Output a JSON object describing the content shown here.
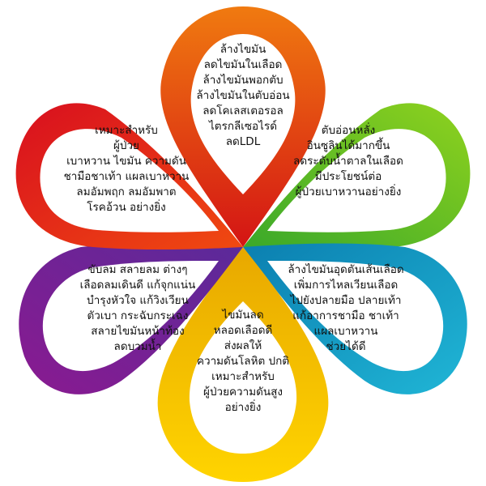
{
  "petals": [
    {
      "id": "top",
      "color": "#e8501a",
      "lines": [
        "ล้างไขมัน",
        "ลดไขมันในเลือด",
        "ล้างไขมันพอกตับ",
        "ล้างไขมันในตับอ่อน",
        "ลดโคเลสเตอรอล",
        "ไตรกลีเซอไรด์",
        "ลดLDL"
      ]
    },
    {
      "id": "upper-right",
      "color": "#6cc11c",
      "lines": [
        "ตับอ่อนหลั่ง",
        "อินซูลินได้มากขึ้น",
        "ลดระดับน้ำตาลในเลือด",
        "มีประโยชน์ต่อ",
        "ผู้ป่วยเบาหวานอย่างยิ่ง"
      ]
    },
    {
      "id": "lower-right",
      "color": "#12a2c8",
      "lines": [
        "ล้างไขมันอุดตันเส้นเลือด",
        "เพิ่มการไหลเวียนเลือด",
        "ไปยังปลายมือ ปลายเท้า",
        "แก้อาการชามือ ชาเท้า",
        "แผลเบาหวาน",
        "ช่วยได้ดี"
      ]
    },
    {
      "id": "bottom",
      "color": "#f5c800",
      "lines": [
        "ไขมันลด",
        "หลอดเลือดดี",
        "ส่งผลให้",
        "ความดันโลหิต ปกติ",
        "เหมาะสำหรับ",
        "ผู้ป่วยความดันสูง",
        "อย่างยิ่ง"
      ]
    },
    {
      "id": "lower-left",
      "color": "#7a1f9c",
      "lines": [
        "ขับลม สลายลม ต่างๆ",
        "เลือดลมเดินดี แก้จุกแน่น",
        "บำรุงหัวใจ แก้วิงเวียน",
        "ตัวเบา กระฉับกระเฉง",
        "สลายไขมันหน้าท้อง",
        "ลดบวมน้ำ"
      ]
    },
    {
      "id": "upper-left",
      "color": "#e31e1e",
      "lines": [
        "เหมาะสำหรับ",
        "ผู้ป่วย",
        "เบาหวาน ไขมัน ความดัน",
        "ชามือชาเท้า แผลเบาหวาน",
        "ลมอัมพฤก ลมอัมพาต",
        "โรคอ้วน  อย่างยิ่ง"
      ]
    }
  ]
}
